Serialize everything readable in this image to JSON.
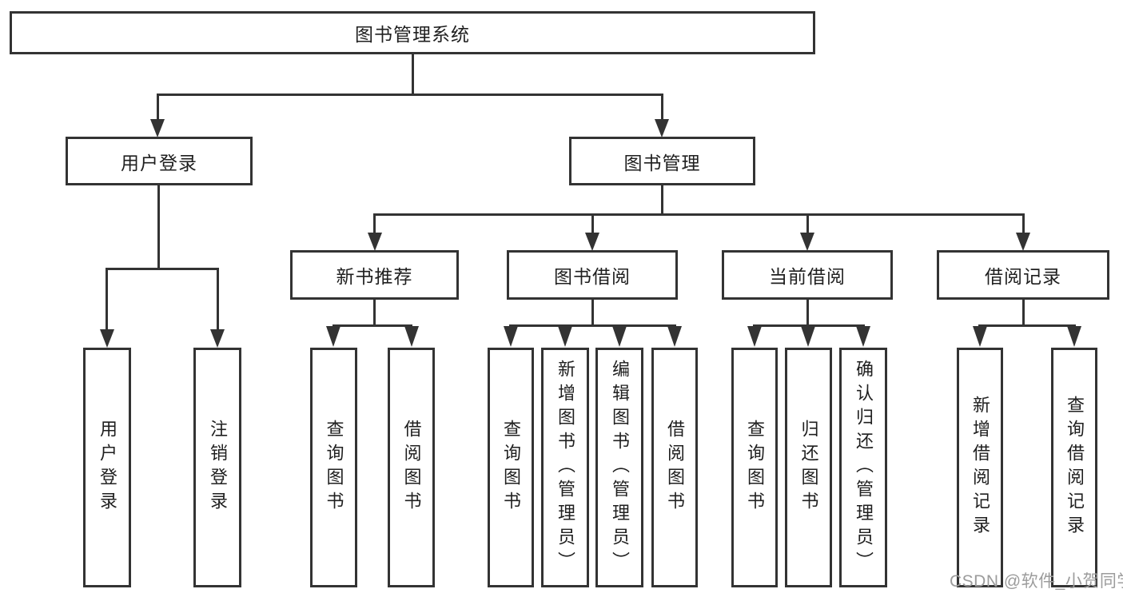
{
  "tree": {
    "root": {
      "label": "图书管理系统",
      "children": [
        {
          "label": "用户登录",
          "children": [
            {
              "label": "用户登录"
            },
            {
              "label": "注销登录"
            }
          ]
        },
        {
          "label": "图书管理",
          "children": [
            {
              "label": "新书推荐",
              "children": [
                {
                  "label": "查询图书"
                },
                {
                  "label": "借阅图书"
                }
              ]
            },
            {
              "label": "图书借阅",
              "children": [
                {
                  "label": "查询图书"
                },
                {
                  "label": "新增图书（管理员）"
                },
                {
                  "label": "编辑图书（管理员）"
                },
                {
                  "label": "借阅图书"
                }
              ]
            },
            {
              "label": "当前借阅",
              "children": [
                {
                  "label": "查询图书"
                },
                {
                  "label": "归还图书"
                },
                {
                  "label": "确认归还（管理员）"
                }
              ]
            },
            {
              "label": "借阅记录",
              "children": [
                {
                  "label": "新增借阅记录"
                },
                {
                  "label": "查询借阅记录"
                }
              ]
            }
          ]
        }
      ]
    },
    "colors": {
      "line": "#333333",
      "text": "#1f1f1f",
      "background": "#ffffff",
      "watermark": "#9c9c9c"
    }
  },
  "watermark": "CSDN @软件_小贺同学"
}
